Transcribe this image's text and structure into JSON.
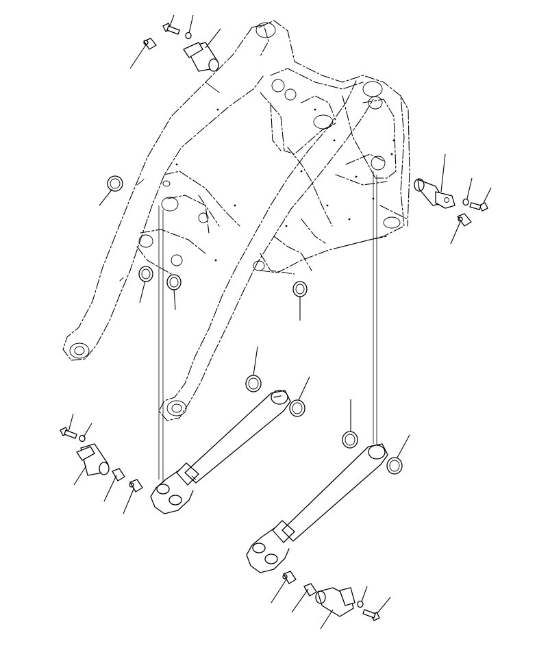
{
  "diagram": {
    "ink_color": "#000000",
    "background": "#ffffff",
    "parts": [
      {
        "id": "frame",
        "kind": "front-frame-tower"
      },
      {
        "id": "arm",
        "kind": "lift-arm-assembly"
      },
      {
        "id": "cyl-left",
        "kind": "hydraulic-cylinder"
      },
      {
        "id": "cyl-right",
        "kind": "hydraulic-cylinder"
      },
      {
        "id": "pin-top",
        "kind": "pin"
      },
      {
        "id": "pin-right",
        "kind": "pin"
      },
      {
        "id": "pin-left",
        "kind": "pin"
      },
      {
        "id": "pin-bottom",
        "kind": "pin"
      },
      {
        "id": "bolts",
        "kind": "bolt",
        "count": 4
      },
      {
        "id": "washers",
        "kind": "washer",
        "count": 4
      },
      {
        "id": "fittings",
        "kind": "grease-fitting",
        "count": 6
      },
      {
        "id": "shims",
        "kind": "shim-ring",
        "count": 9
      }
    ]
  }
}
